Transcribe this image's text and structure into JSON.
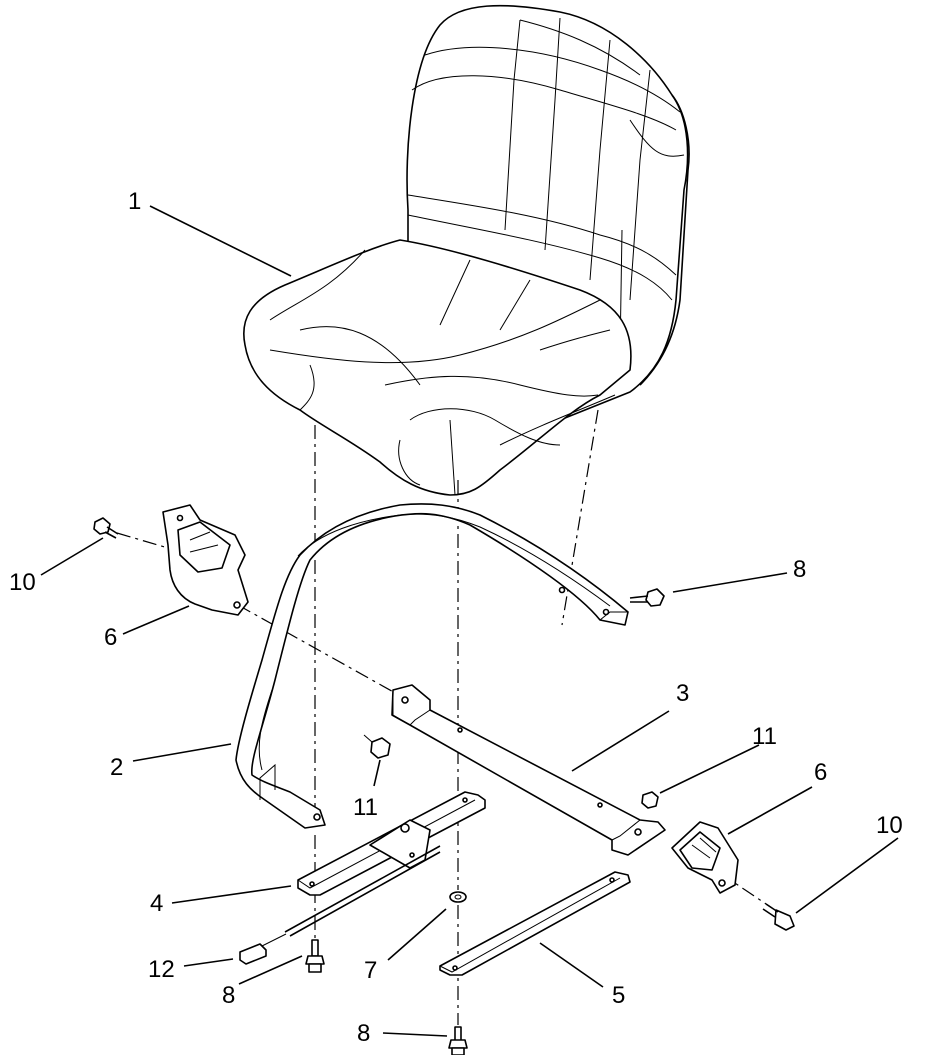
{
  "callouts": {
    "c1": "1",
    "c2": "2",
    "c3": "3",
    "c4": "4",
    "c5": "5",
    "c6_left": "6",
    "c6_right": "6",
    "c7": "7",
    "c8_top_right": "8",
    "c8_lower_left": "8",
    "c8_bottom": "8",
    "c10_left": "10",
    "c10_right": "10",
    "c11_center": "11",
    "c11_right": "11",
    "c12": "12"
  },
  "parts": [
    {
      "ref": "1",
      "icon": "seat-icon"
    },
    {
      "ref": "2",
      "icon": "seat-support-bar-icon"
    },
    {
      "ref": "3",
      "icon": "seat-bracket-icon"
    },
    {
      "ref": "4",
      "icon": "seat-slide-with-latch-icon"
    },
    {
      "ref": "5",
      "icon": "seat-slide-icon"
    },
    {
      "ref": "6",
      "icon": "seat-belt-buckle-icon"
    },
    {
      "ref": "7",
      "icon": "washer-icon"
    },
    {
      "ref": "8",
      "icon": "bolt-icon"
    },
    {
      "ref": "10",
      "icon": "bolt-icon"
    },
    {
      "ref": "11",
      "icon": "nut-icon"
    },
    {
      "ref": "12",
      "icon": "handle-grip-icon"
    }
  ]
}
